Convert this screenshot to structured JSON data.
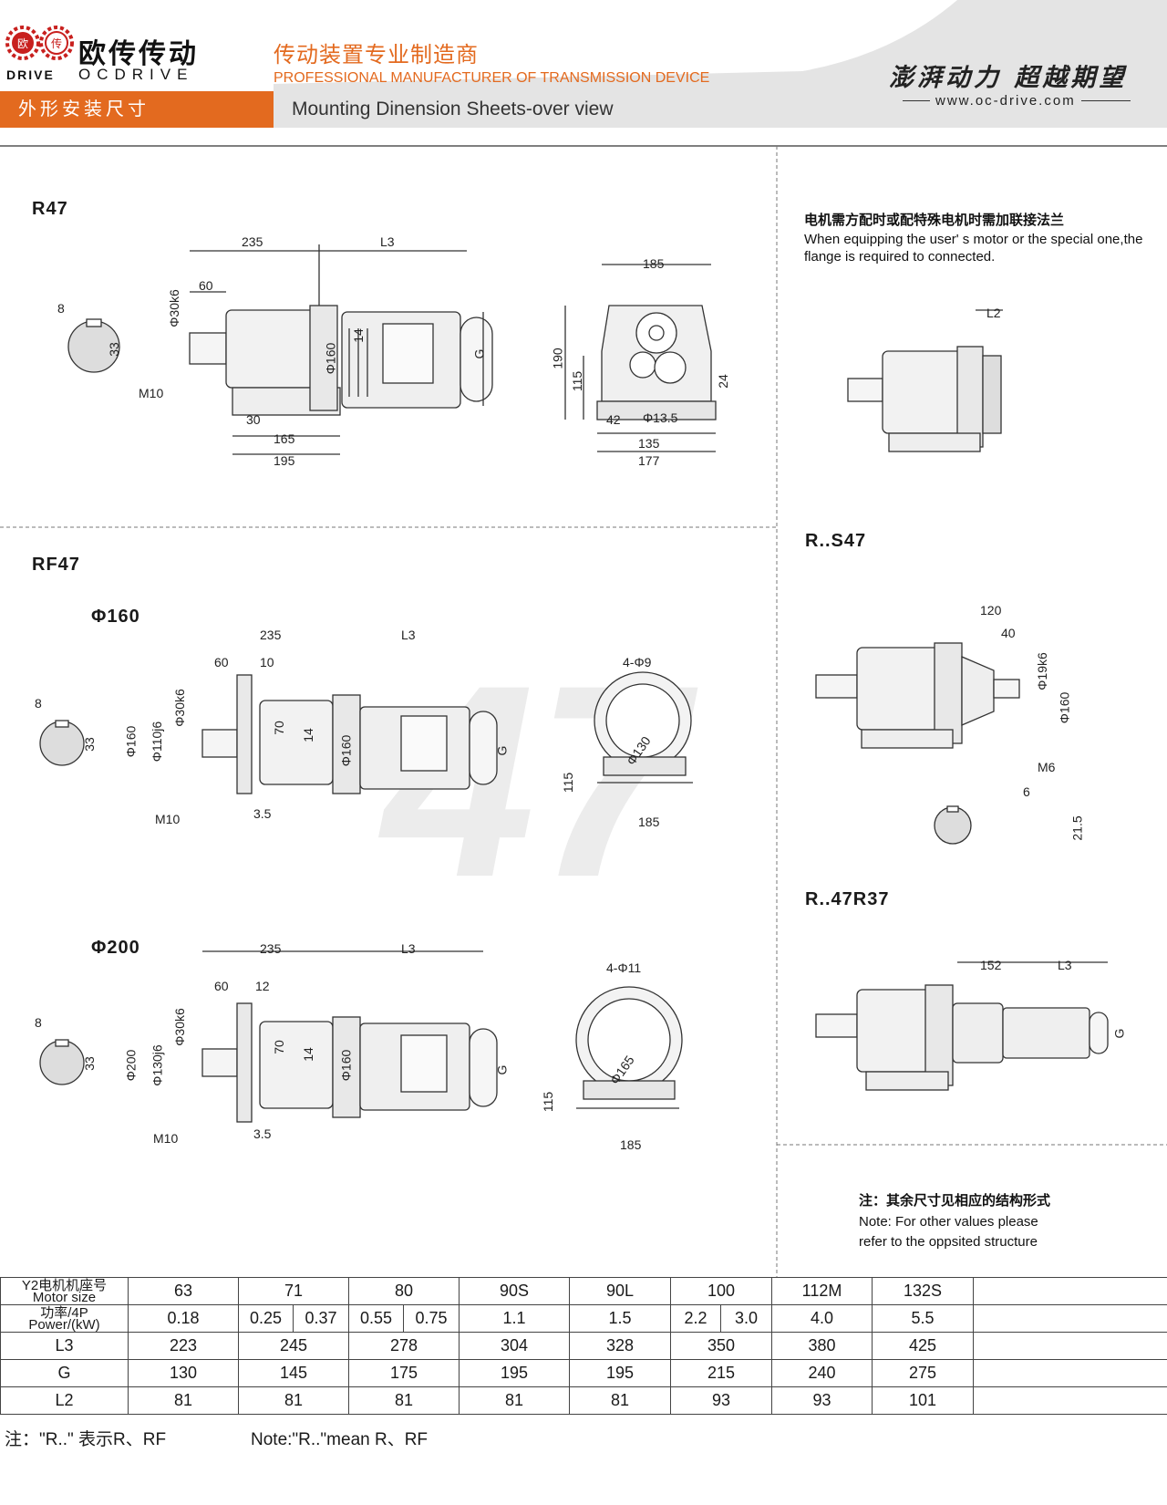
{
  "header": {
    "brand_cn": "欧传传动",
    "brand_en": "OCDRIVE",
    "logo_text": [
      "欧",
      "传",
      "DRIVE"
    ],
    "tagline_cn": "传动装置专业制造商",
    "tagline_en": "PROFESSIONAL MANUFACTURER OF TRANSMISSION DEVICE",
    "slogan": "澎湃动力 超越期望",
    "website": "www.oc-drive.com",
    "section_cn": "外形安装尺寸",
    "section_en": "Mounting Dinension Sheets-over view",
    "colors": {
      "accent": "#e36a1f",
      "band": "#e4e4e4"
    }
  },
  "drawings": {
    "r47": {
      "title": "R47",
      "dims": [
        "235",
        "L3",
        "60",
        "Φ30k6",
        "Φ160",
        "14",
        "G",
        "M10",
        "30",
        "165",
        "195",
        "8",
        "33",
        "185",
        "190",
        "115",
        "24",
        "42",
        "Φ13.5",
        "135",
        "177"
      ]
    },
    "rf47": {
      "title": "RF47",
      "p160": {
        "title": "Φ160",
        "dims": [
          "235",
          "L3",
          "60",
          "10",
          "Φ30k6",
          "Φ110j6",
          "Φ160",
          "70",
          "14",
          "Φ160",
          "G",
          "M10",
          "3.5",
          "8",
          "33",
          "4-Φ9",
          "Φ130",
          "115",
          "185"
        ]
      },
      "p200": {
        "title": "Φ200",
        "dims": [
          "235",
          "L3",
          "60",
          "12",
          "Φ30k6",
          "Φ130j6",
          "Φ200",
          "70",
          "14",
          "Φ160",
          "G",
          "M10",
          "3.5",
          "8",
          "33",
          "4-Φ11",
          "Φ165",
          "115",
          "185"
        ]
      }
    },
    "watermark": "47",
    "flange_note_cn": "电机需方配时或配特殊电机时需加联接法兰",
    "flange_note_en": "When equipping the user' s motor or the special one,the flange is required to connected.",
    "flange_dim": "L2",
    "rs47": {
      "title": "R..S47",
      "dims": [
        "120",
        "40",
        "Φ19k6",
        "Φ160",
        "M6",
        "6",
        "21.5"
      ]
    },
    "r47r37": {
      "title": "R..47R37",
      "dims": [
        "152",
        "L3",
        "G"
      ]
    },
    "other_note_cn": "注：其余尺寸见相应的结构形式",
    "other_note_en": [
      "Note: For other values please",
      "refer to the oppsited structure"
    ]
  },
  "table": {
    "row_headers": [
      [
        "Y2电机机座号",
        "Motor size"
      ],
      [
        "功率/4P",
        "Power/(kW)"
      ],
      [
        "L3"
      ],
      [
        "G"
      ],
      [
        "L2"
      ]
    ],
    "motor_sizes": [
      "63",
      "71",
      "80",
      "90S",
      "90L",
      "100",
      "112M",
      "132S"
    ],
    "power": [
      [
        "0.18"
      ],
      [
        "0.25",
        "0.37"
      ],
      [
        "0.55",
        "0.75"
      ],
      [
        "1.1"
      ],
      [
        "1.5"
      ],
      [
        "2.2",
        "3.0"
      ],
      [
        "4.0"
      ],
      [
        "5.5"
      ]
    ],
    "L3": [
      "223",
      "245",
      "278",
      "304",
      "328",
      "350",
      "380",
      "425"
    ],
    "G": [
      "130",
      "145",
      "175",
      "195",
      "195",
      "215",
      "240",
      "275"
    ],
    "L2": [
      "81",
      "81",
      "81",
      "81",
      "81",
      "93",
      "93",
      "101"
    ]
  },
  "footer": {
    "note_cn": "注：\"R..\" 表示R、RF",
    "note_en": "Note:\"R..\"mean R、RF"
  }
}
